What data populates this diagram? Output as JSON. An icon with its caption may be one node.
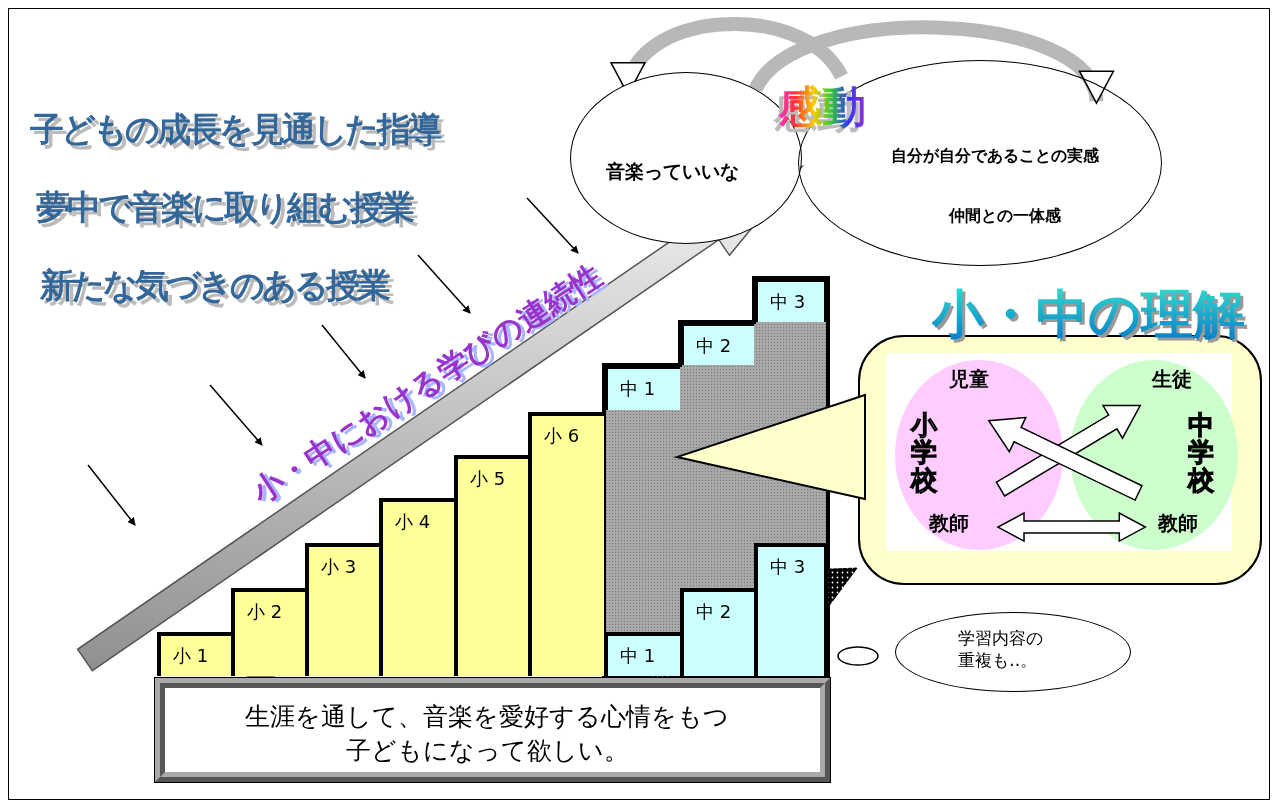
{
  "diagram": {
    "nodes": [
      {
        "text": [
          "音楽っていいな"
        ]
      },
      {
        "text": [
          "自分が自分であることの実感",
          "仲間との一体感"
        ]
      },
      {
        "text": [
          "小 1"
        ]
      },
      {
        "text": [
          "小 2"
        ]
      },
      {
        "text": [
          "小 3"
        ]
      },
      {
        "text": [
          "小 4"
        ]
      },
      {
        "text": [
          "小 5"
        ]
      },
      {
        "text": [
          "小 6"
        ]
      },
      {
        "text": [
          "中 1"
        ]
      },
      {
        "text": [
          "中 2"
        ]
      },
      {
        "text": [
          "中 3"
        ]
      },
      {
        "text": [
          "中 1"
        ]
      },
      {
        "text": [
          "中 2"
        ]
      },
      {
        "text": [
          "中 3"
        ]
      },
      {
        "text": [
          "生涯を通して、音楽を愛好する心情をもつ子どもになって欲しい。"
        ]
      },
      {
        "text": [
          "小・中の理解"
        ]
      },
      {
        "text": [
          "児童",
          "小学校",
          "教師"
        ],
        "in": 15
      },
      {
        "text": [
          "生徒",
          "中学校",
          "教師"
        ],
        "in": 15
      },
      {
        "text": [
          "学習内容の重複も‥。"
        ]
      }
    ],
    "edges": [
      {
        "from": null,
        "to": 0,
        "arrow": "to",
        "label": "小・中における学びの連続性",
        "color": "#c8c8c8"
      },
      {
        "from": 14,
        "to": 7,
        "arrow": "to",
        "color": "#808080"
      },
      {
        "from": 11,
        "to": 15,
        "arrow": "to",
        "color": "#000000"
      },
      {
        "from": 16,
        "to": 17,
        "arrow": "to"
      },
      {
        "from": 17,
        "to": 16,
        "arrow": "to"
      },
      {
        "from": 16,
        "to": 17,
        "arrow": "both"
      },
      {
        "from": 1,
        "to": 0,
        "arrow": "to"
      },
      {
        "from": 0,
        "to": 1,
        "arrow": "to"
      }
    ],
    "labels": [
      "子どもの成長を見通した指導",
      "夢中で音楽に取り組む授業",
      "新たな気づきのある授業",
      "感動"
    ]
  }
}
